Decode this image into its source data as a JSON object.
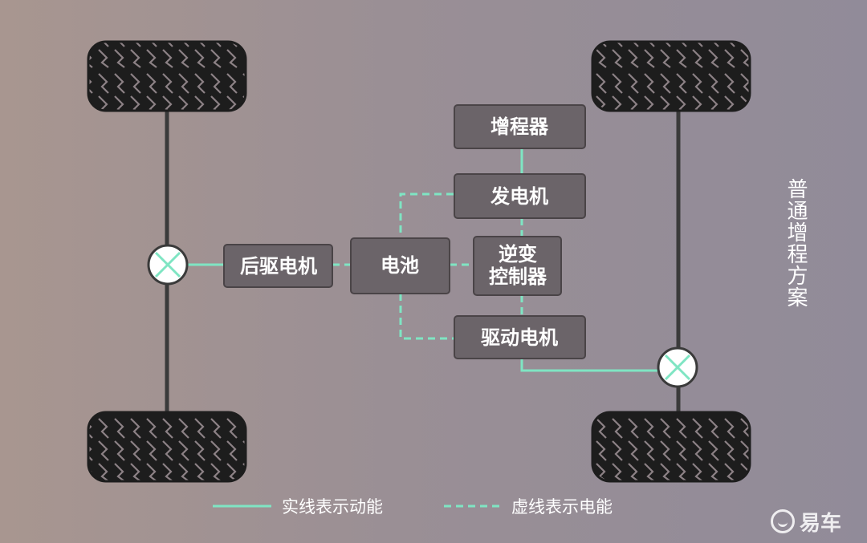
{
  "title": "普通增程方案",
  "components": {
    "range_extender": "增程器",
    "generator": "发电机",
    "inverter_line1": "逆变",
    "inverter_line2": "控制器",
    "battery": "电池",
    "rear_motor": "后驱电机",
    "drive_motor": "驱动电机"
  },
  "legend": {
    "solid_label": "实线表示动能",
    "dashed_label": "虚线表示电能"
  },
  "logo_text": "易车",
  "colors": {
    "line": "#7fe5c3",
    "box_fill": "#6b6469",
    "box_stroke": "#4a4447",
    "axle": "#3a3a3a",
    "tire": "#1f1f1f"
  }
}
